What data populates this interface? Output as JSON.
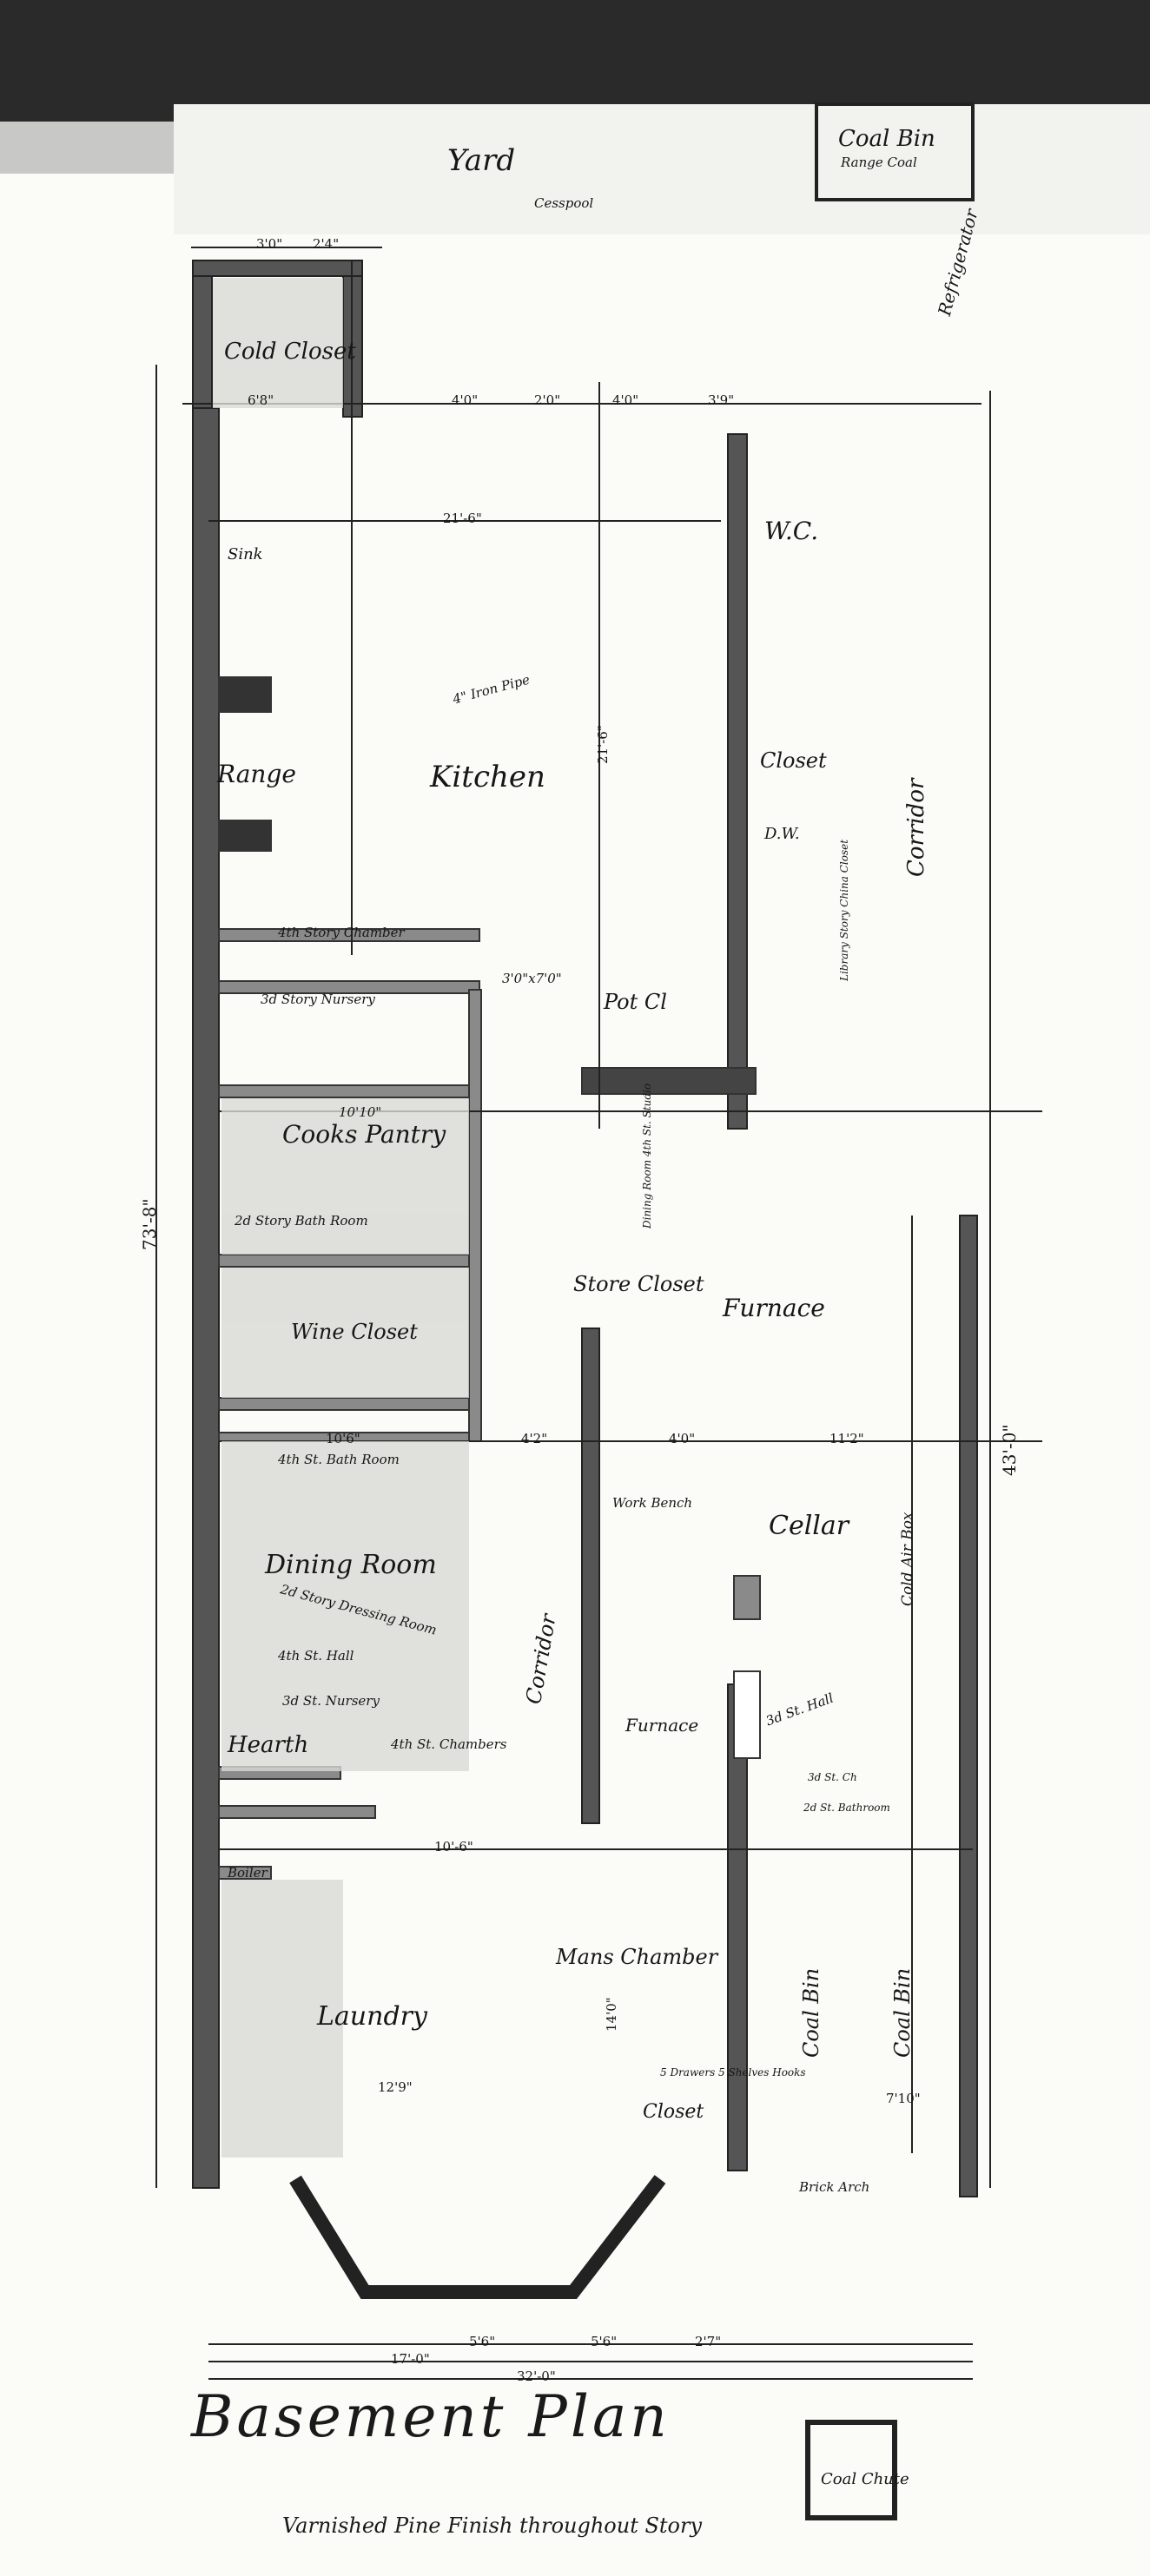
{
  "plan": {
    "title": "Basement Plan",
    "subtitle": "Varnished Pine Finish throughout Story",
    "rooms": {
      "yard": "Yard",
      "cesspool": "Cesspool",
      "coal_bin_top": "Coal Bin",
      "range_coal": "Range Coal",
      "refrigerator": "Refrigerator",
      "cold_closet": "Cold Closet",
      "wc": "W.C.",
      "sink": "Sink",
      "kitchen": "Kitchen",
      "range": "Range",
      "closet": "Closet",
      "dw": "D.W.",
      "corridor_right": "Corridor",
      "pot_cl": "Pot Cl",
      "cooks_pantry": "Cooks Pantry",
      "store_closet": "Store Closet",
      "furnace_top": "Furnace",
      "wine_closet": "Wine Closet",
      "cellar": "Cellar",
      "cold_air_box": "Cold Air Box",
      "dining_room": "Dining Room",
      "corridor_mid": "Corridor",
      "furnace_mid": "Furnace",
      "hearth": "Hearth",
      "boiler": "Boiler",
      "laundry": "Laundry",
      "mans_chamber": "Mans Chamber",
      "coal_bin_1": "Coal Bin",
      "coal_bin_2": "Coal Bin",
      "closet_low": "Closet",
      "coal_chute": "Coal Chute"
    },
    "notes": {
      "four_in_iron_pipe": "4\" Iron Pipe",
      "fourth_story_chamber": "4th Story Chamber",
      "third_story_nursery": "3d Story Nursery",
      "second_story_bathroom": "2d Story Bath Room",
      "fourth_st_bathroom": "4th St. Bath Room",
      "second_story_dressing_room": "2d Story Dressing Room",
      "fourth_st_hall": "4th St. Hall",
      "third_st_nursery": "3d St. Nursery",
      "fourth_st_chambers": "4th St. Chambers",
      "work_bench": "Work Bench",
      "dining_room_4th_st_studio": "Dining Room 4th St. Studio",
      "three_st_hall": "3d St. Hall",
      "third_st_ch": "3d St. Ch",
      "second_st_bathroom": "2d St. Bathroom",
      "drawers_shelves_hooks": "5 Drawers 5 Shelves Hooks",
      "brick_arch": "Brick Arch",
      "china_closet": "Library Story China Closet",
      "pot_size": "3'0\"x7'0\""
    },
    "dims": {
      "d_top_1": "3'0\"",
      "d_top_2": "2'4\"",
      "d_row_1": "6'8\"",
      "d_row_2": "4'0\"",
      "d_row_3": "2'0\"",
      "d_row_4": "4'0\"",
      "d_row_5": "3'9\"",
      "d_kitchen_w": "21'-6\"",
      "d_kitchen_h": "21'-6\"",
      "d_pantry": "10'10\"",
      "d_3ft": "3'0\"",
      "d_dining_w": "10'6\"",
      "d_4_2": "4'2\"",
      "d_4_0": "4'0\"",
      "d_11_2": "11'2\"",
      "d_12_9": "12'9\"",
      "d_14_0": "14'0\"",
      "d_10_6": "10'-6\"",
      "d_7_10": "7'10\"",
      "d_total_w": "32'-0\"",
      "d_17_0": "17'-0\"",
      "d_length_left": "73'-8\"",
      "d_length_right": "43'-0\"",
      "d_5_6": "5'6\"",
      "d_5_6b": "5'6\"",
      "d_2_7": "2'7\""
    }
  }
}
